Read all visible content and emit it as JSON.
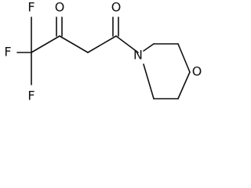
{
  "atoms": {
    "f_left": "F",
    "f_top": "F",
    "f_bottom": "F",
    "o_ketone": "O",
    "o_amide": "O",
    "n_morpholine": "N",
    "o_morpholine": "O"
  }
}
